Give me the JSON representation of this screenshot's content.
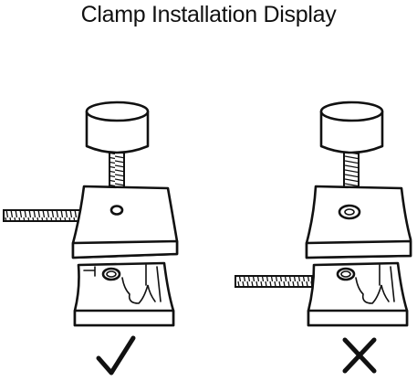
{
  "title": "Clamp Installation Display",
  "panels": [
    {
      "id": "correct",
      "result": "correct",
      "mark_icon": "check-mark-icon"
    },
    {
      "id": "incorrect",
      "result": "incorrect",
      "mark_icon": "cross-mark-icon"
    }
  ],
  "colors": {
    "line": "#111111",
    "background": "#ffffff"
  }
}
